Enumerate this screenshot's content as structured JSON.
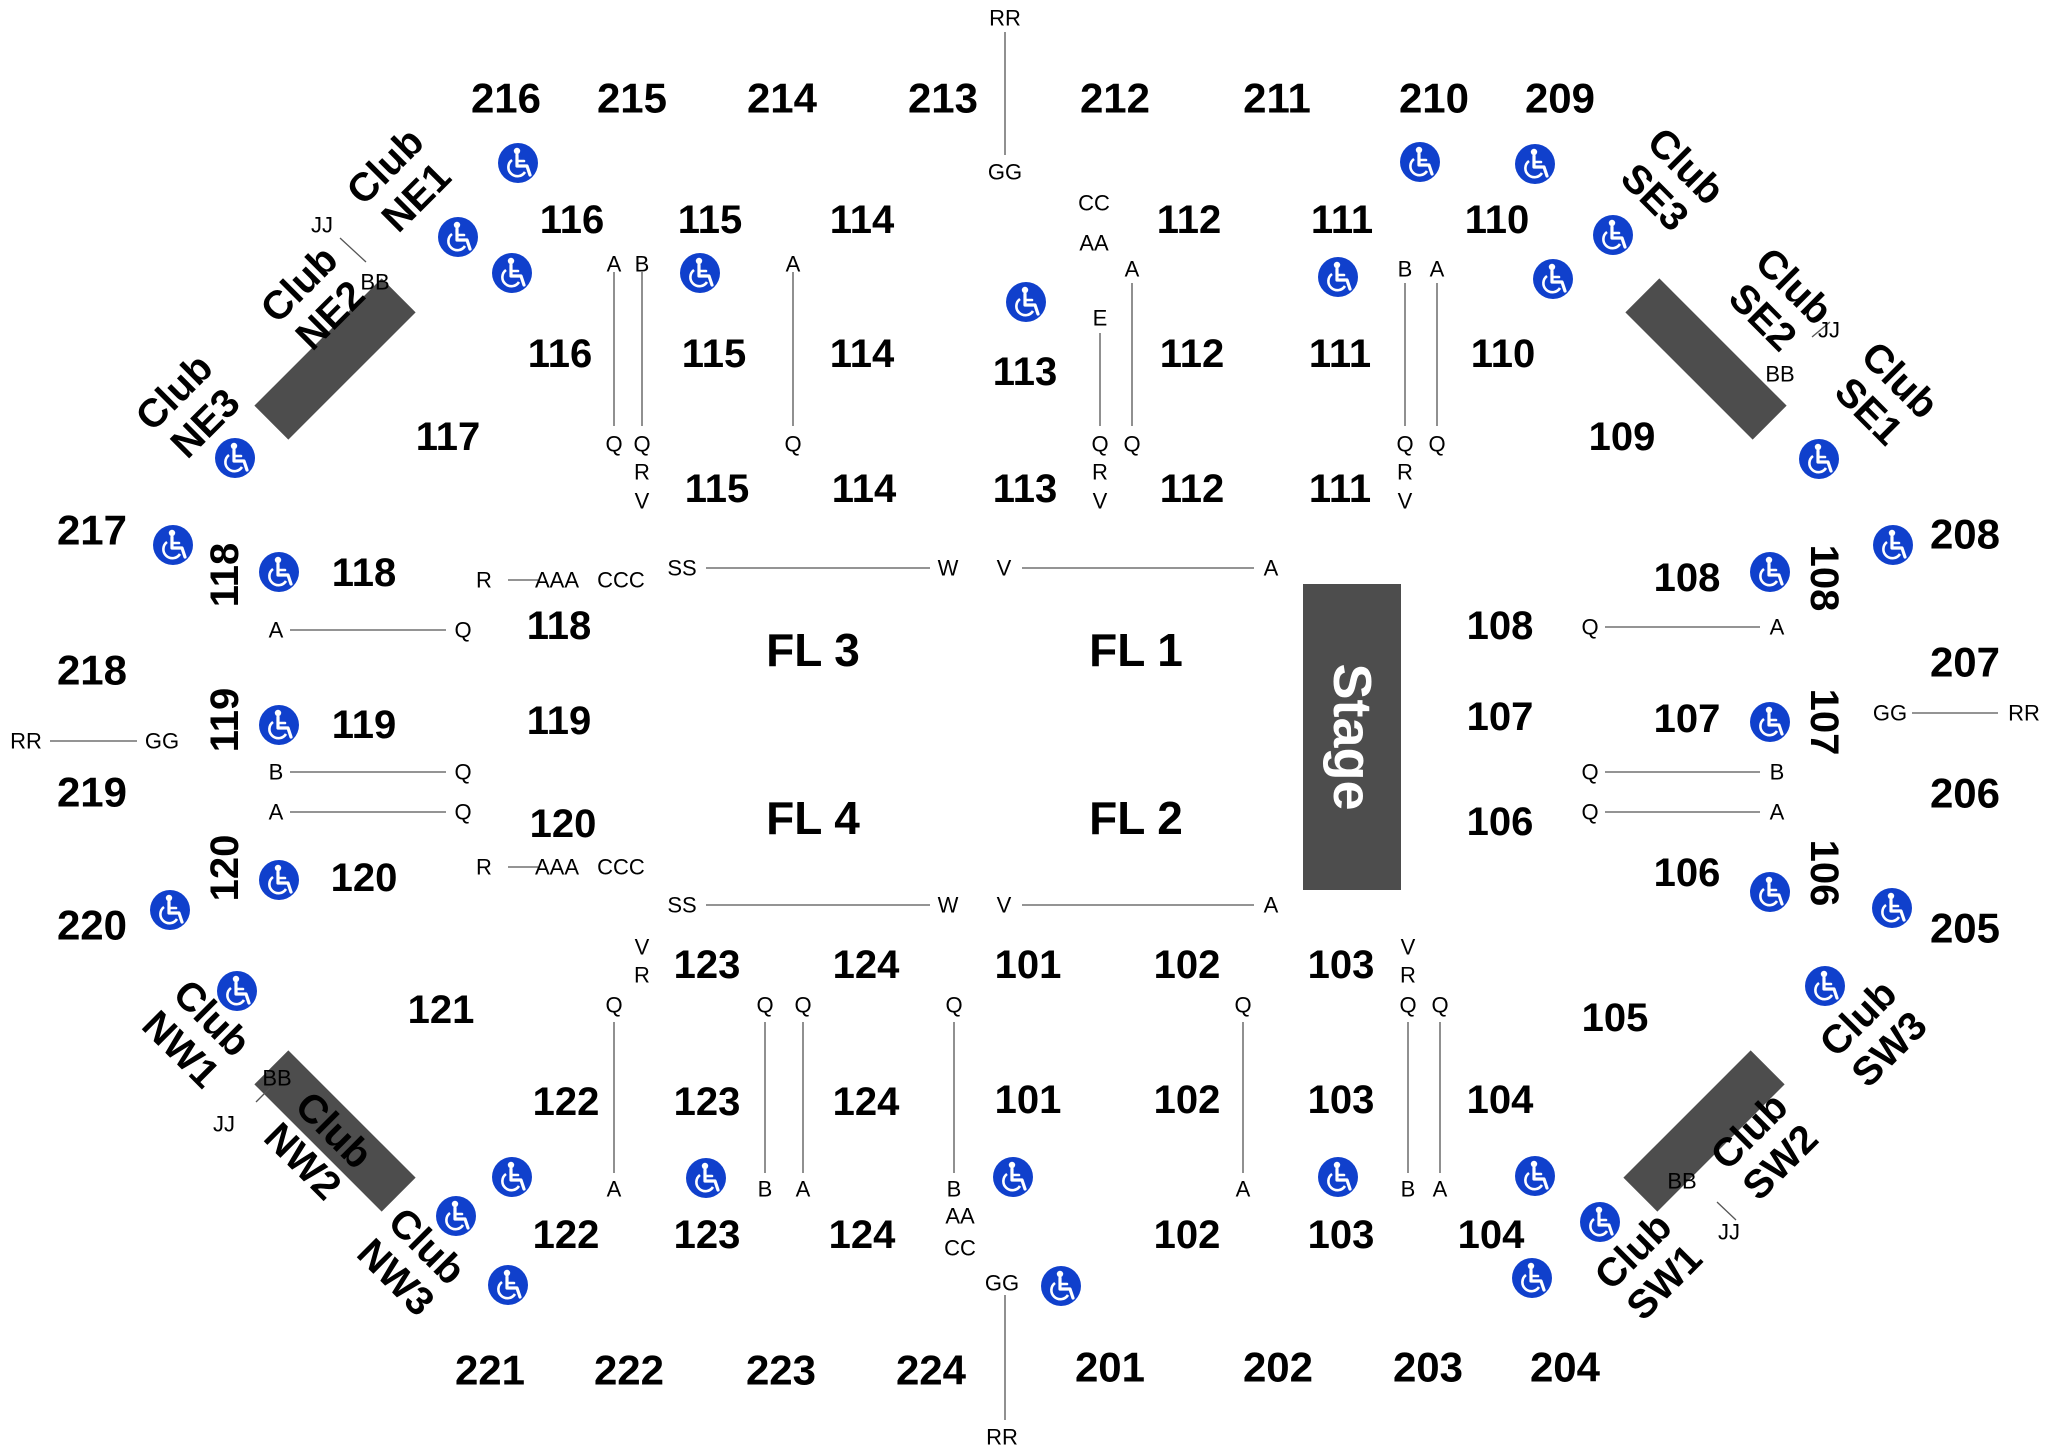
{
  "stage_label": "Stage",
  "floor_labels": [
    "FL 1",
    "FL 2",
    "FL 3",
    "FL 4"
  ],
  "upper_sections": [
    "201",
    "202",
    "203",
    "204",
    "205",
    "206",
    "207",
    "208",
    "209",
    "210",
    "211",
    "212",
    "213",
    "214",
    "215",
    "216",
    "217",
    "218",
    "219",
    "220",
    "221",
    "222",
    "223",
    "224"
  ],
  "lower_sections": [
    "101",
    "102",
    "103",
    "104",
    "105",
    "106",
    "107",
    "108",
    "109",
    "110",
    "111",
    "112",
    "113",
    "114",
    "115",
    "116",
    "117",
    "118",
    "119",
    "120",
    "121",
    "122",
    "123",
    "124"
  ],
  "clubs": [
    "Club NE1",
    "Club NE2",
    "Club NE3",
    "Club SE1",
    "Club SE2",
    "Club SE3",
    "Club NW1",
    "Club NW2",
    "Club NW3",
    "Club SW1",
    "Club SW2",
    "Club SW3"
  ],
  "row_labels": [
    "A",
    "B",
    "E",
    "Q",
    "R",
    "V",
    "W",
    "AA",
    "BB",
    "CC",
    "GG",
    "JJ",
    "RR",
    "SS",
    "AAA",
    "CCC"
  ],
  "accessibility_icon": "wheelchair-icon",
  "colors": {
    "accessible": "#1040cc",
    "stage": "#4d4d4d",
    "club_box": "#4d4d4d"
  }
}
